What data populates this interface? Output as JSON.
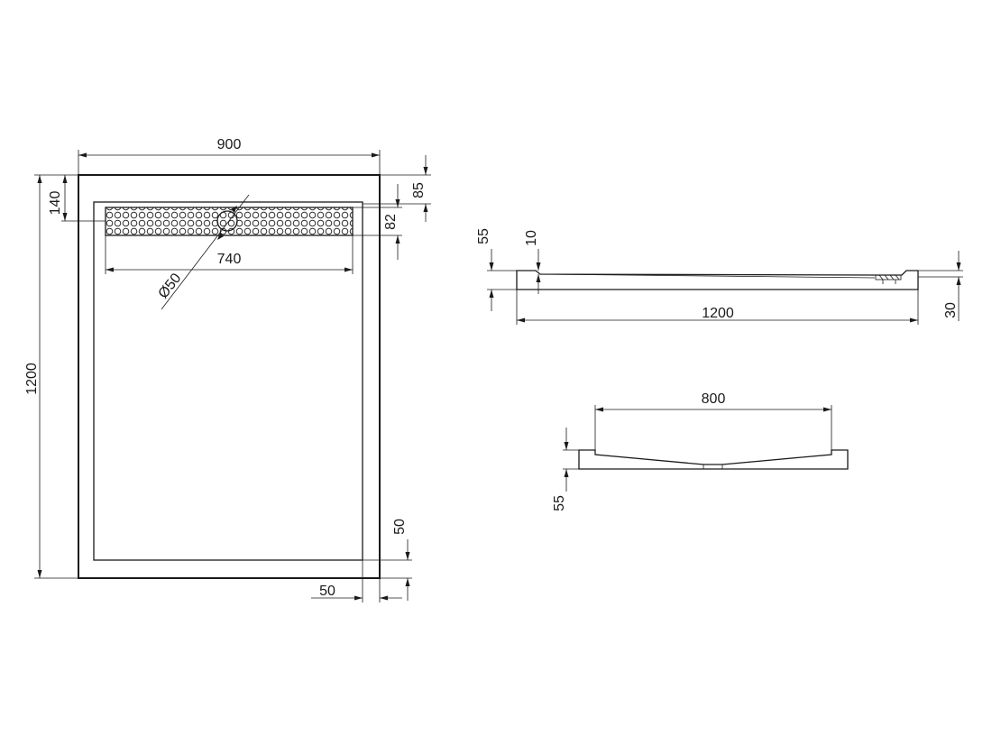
{
  "plan_view": {
    "width_label": "900",
    "length_label": "1200",
    "offset_140_label": "140",
    "offset_85_label": "85",
    "grate_depth_label": "82",
    "grate_length_label": "740",
    "drain_diameter_label": "Ø50",
    "rim_side_label": "50",
    "rim_bottom_label": "50"
  },
  "side_view": {
    "height_label": "55",
    "slope_label": "10",
    "base_label": "30",
    "length_label": "1200"
  },
  "end_view": {
    "inner_width_label": "800",
    "height_label": "55"
  }
}
